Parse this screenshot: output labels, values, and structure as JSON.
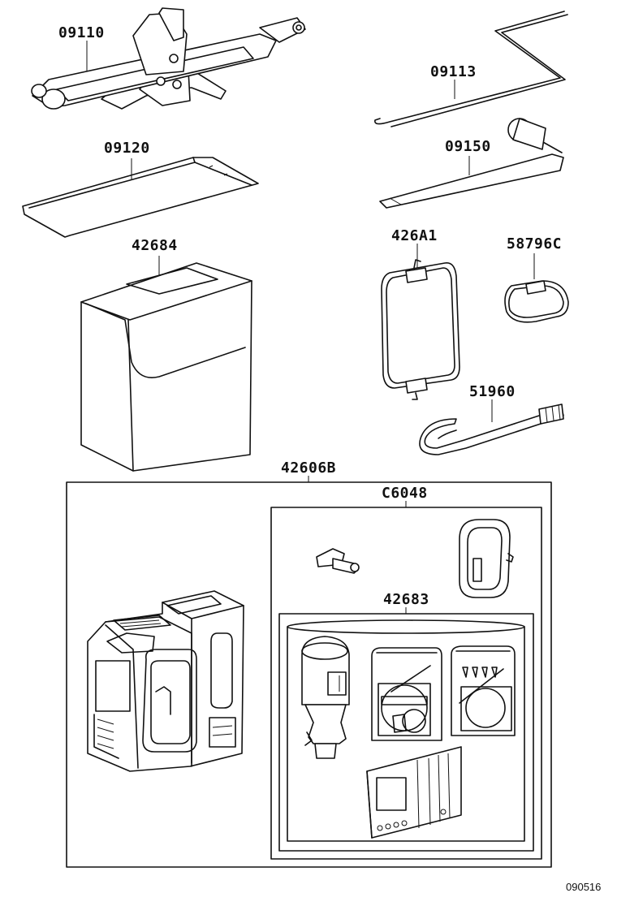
{
  "parts": {
    "jack": "09110",
    "jack_handle": "09113",
    "jack_mat": "09120",
    "wrench": "09150",
    "tool_bag": "42684",
    "band_large": "426A1",
    "band_small": "58796C",
    "towing_hook": "51960",
    "repair_kit": "42606B",
    "kit_subassy": "C6048",
    "sealant_bottle": "42683"
  },
  "diagram_code": "090516"
}
